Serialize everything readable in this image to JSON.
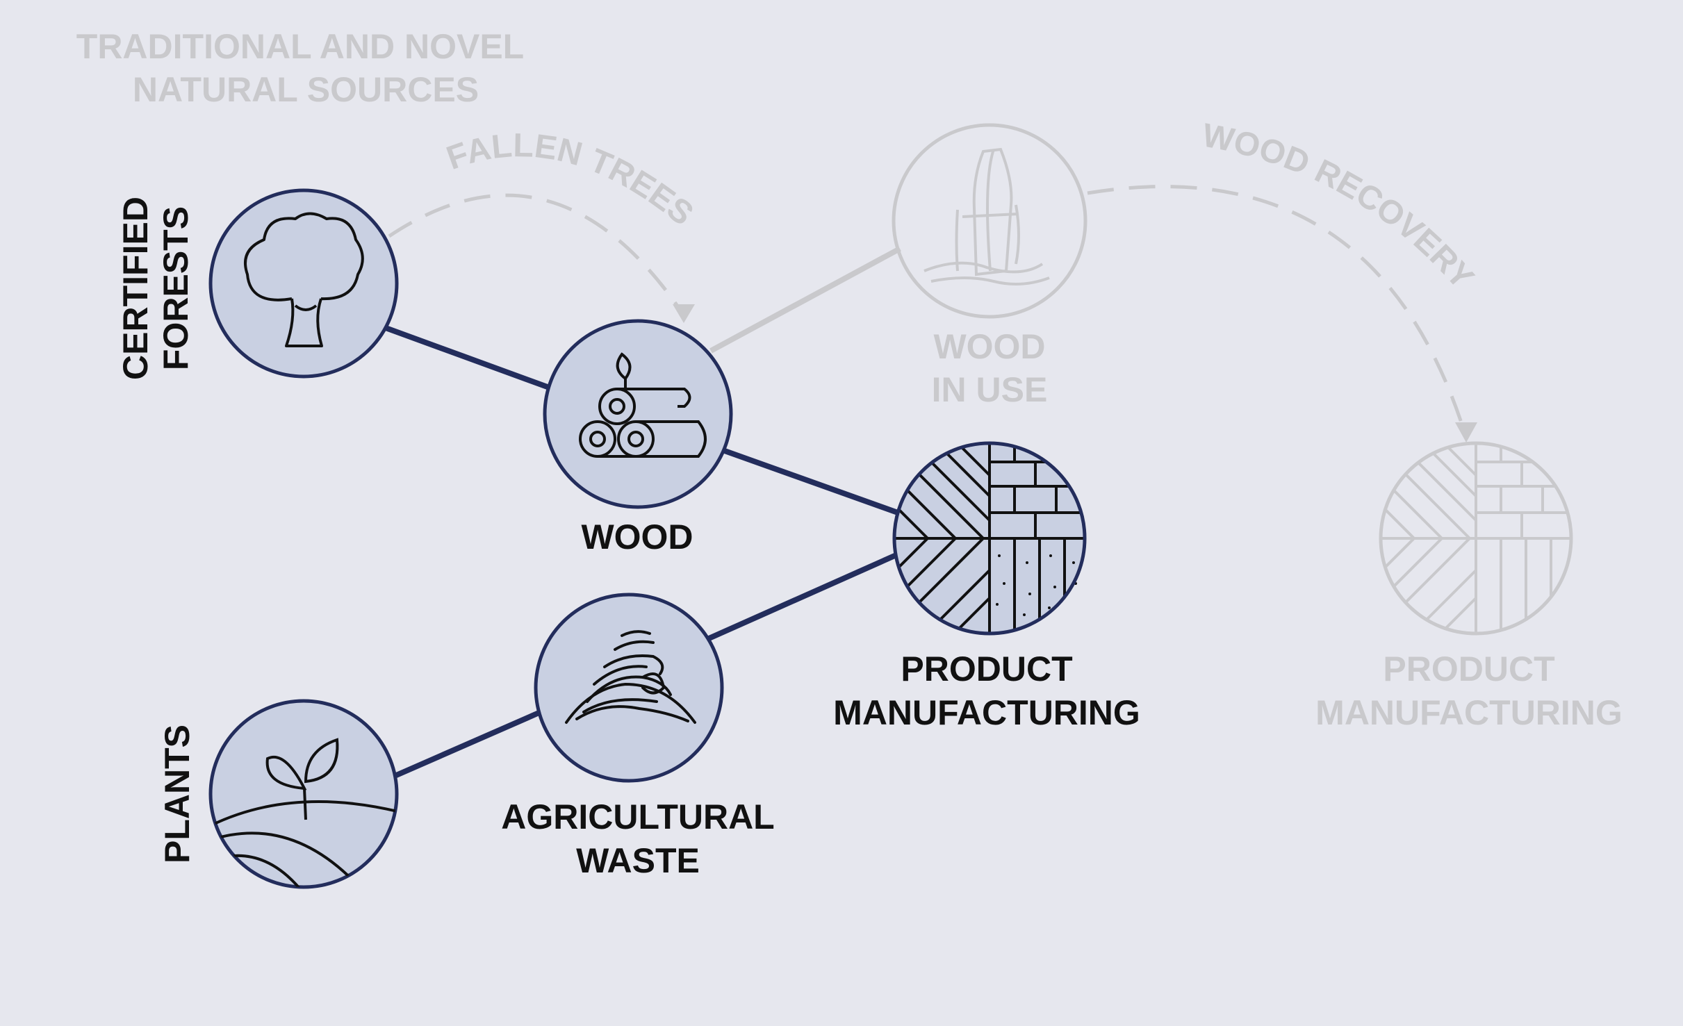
{
  "header": {
    "line1": "TRADITIONAL AND NOVEL",
    "line2": "NATURAL SOURCES"
  },
  "sources": {
    "certified_forests": {
      "line1": "CERTIFIED",
      "line2": "FORESTS"
    },
    "plants": "PLANTS"
  },
  "nodes": {
    "wood": "WOOD",
    "agricultural_waste": {
      "line1": "AGRICULTURAL",
      "line2": "WASTE"
    },
    "product_manufacturing": {
      "line1": "PRODUCT",
      "line2": "MANUFACTURING"
    },
    "wood_in_use": {
      "line1": "WOOD",
      "line2": "IN USE"
    },
    "product_manufacturing_recovered": {
      "line1": "PRODUCT",
      "line2": "MANUFACTURING"
    }
  },
  "flows": {
    "fallen_trees": "FALLEN TREES",
    "wood_recovery": "WOOD RECOVERY"
  },
  "colors": {
    "background": "#e6e7ee",
    "node_fill": "#c9d0e2",
    "node_stroke": "#232d5c",
    "active_connector": "#232d5c",
    "inactive": "#c9c9cc",
    "label": "#111111"
  }
}
